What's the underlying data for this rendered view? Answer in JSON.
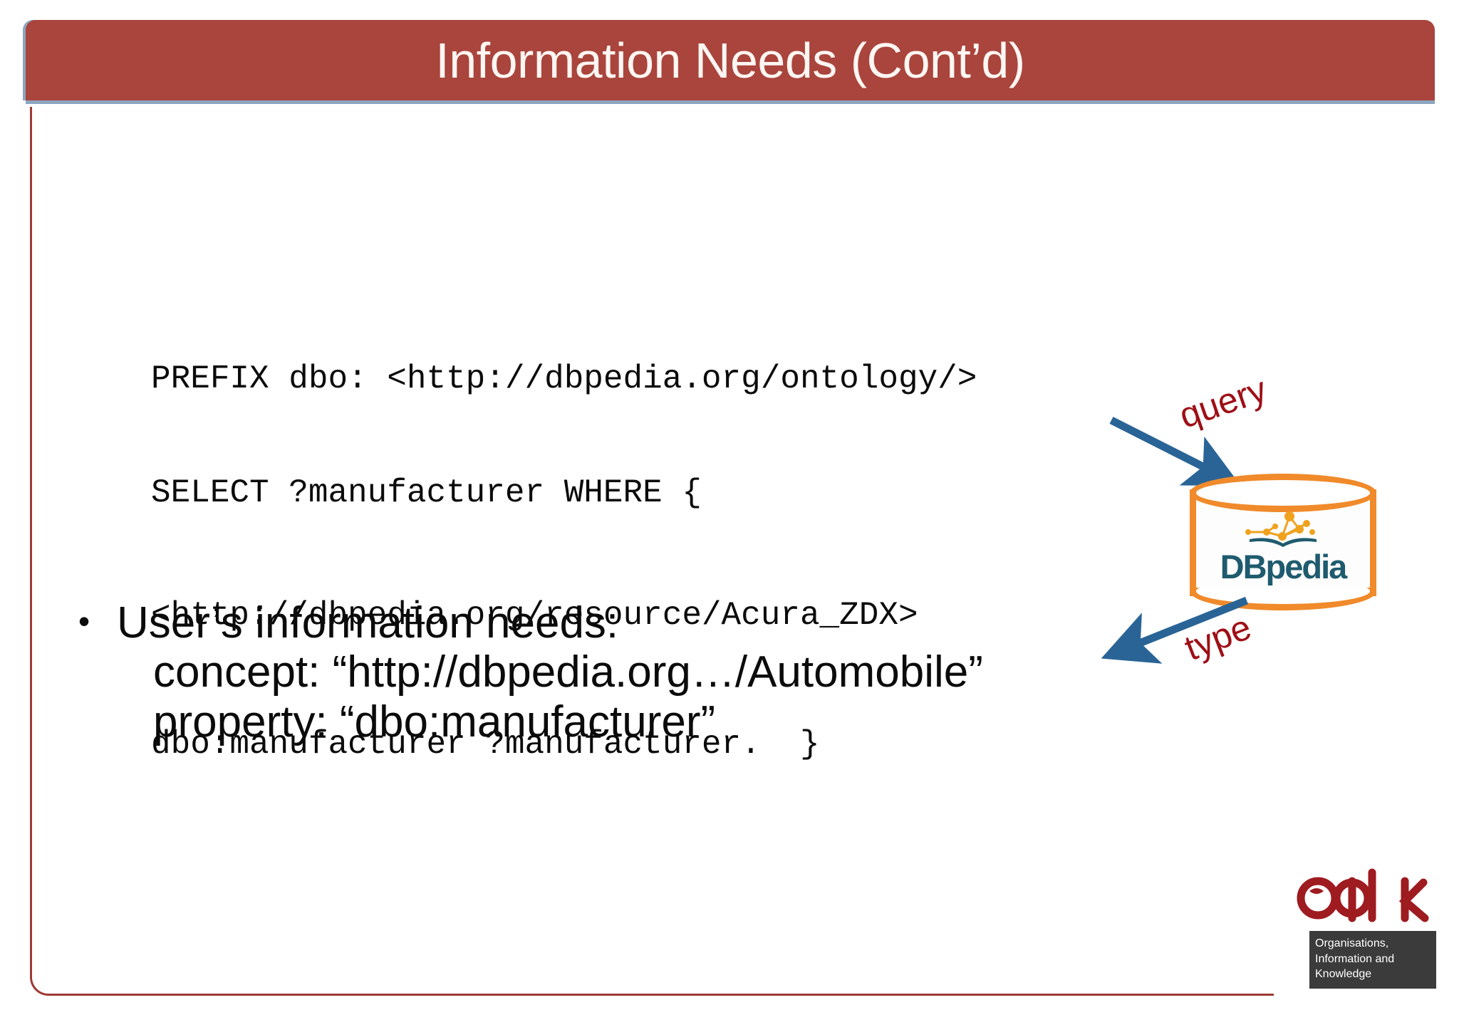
{
  "slide": {
    "title": "Information Needs (Cont’d)"
  },
  "code": {
    "line1": "PREFIX dbo: <http://dbpedia.org/ontology/>",
    "line2": "SELECT ?manufacturer WHERE {",
    "line3": "<http://dbpedia.org/resource/Acura_ZDX>",
    "line4": "dbo:manufacturer ?manufacturer.  }"
  },
  "bullets": {
    "dot": "•",
    "main": "User’s information needs:",
    "concept": "concept:  “http://dbpedia.org…/Automobile”",
    "property": "property: “dbo:manufacturer”"
  },
  "diagram": {
    "database_label": "DBpedia",
    "arrow_query_label": "query",
    "arrow_type_label": "type"
  },
  "logo": {
    "caption_line1": "Organisations,",
    "caption_line2": "Information and",
    "caption_line3": "Knowledge"
  },
  "colors": {
    "title_banner": "#a9453d",
    "border": "#9c3a33",
    "arrow": "#2a6496",
    "arrow_label": "#9e0f16",
    "cylinder": "#f08a2a",
    "dbpedia_text": "#1f5b6e",
    "oak_red": "#9e1b20"
  }
}
